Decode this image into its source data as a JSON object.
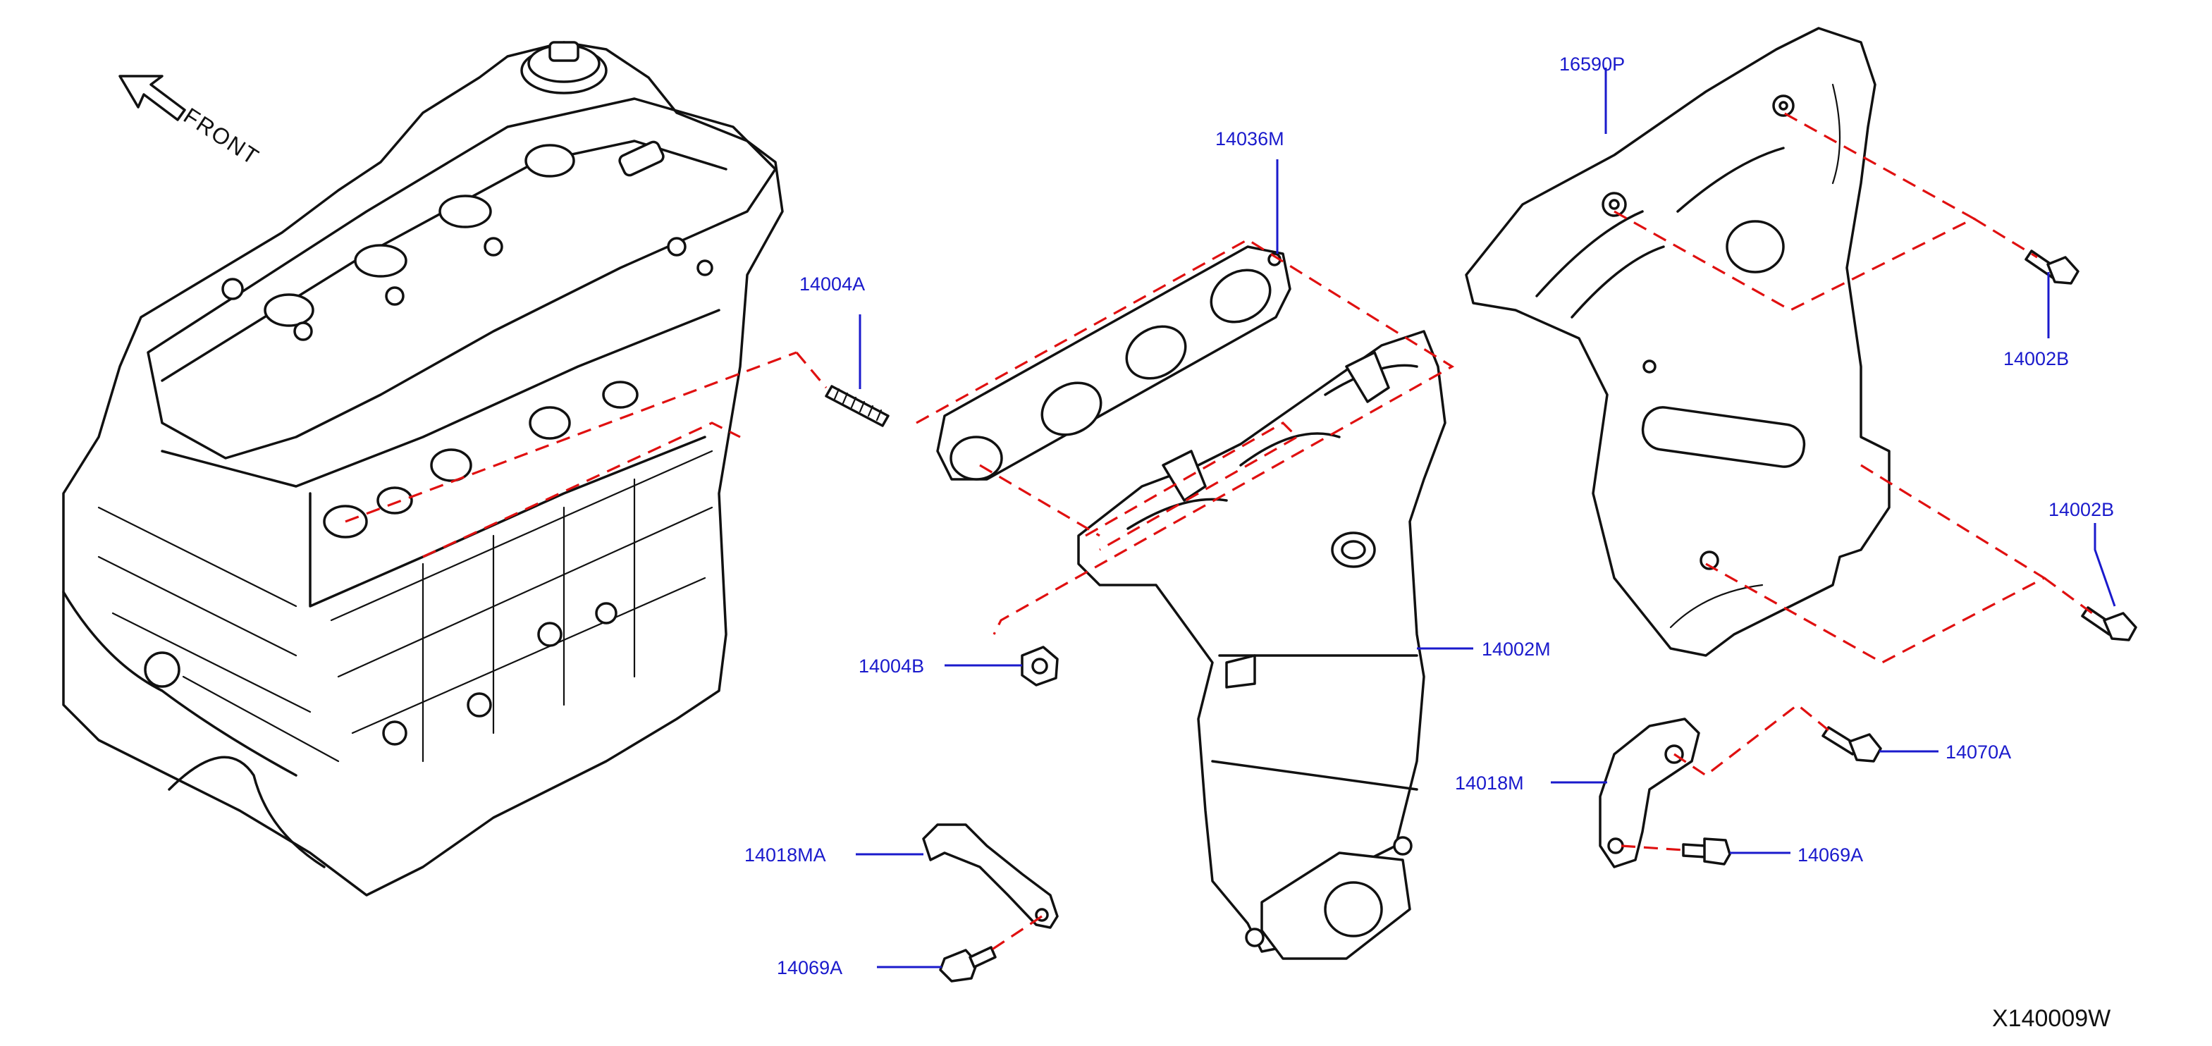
{
  "front_label": "FRONT",
  "diagram_code": "X140009W",
  "parts": [
    {
      "id": "16590P",
      "label": "16590P"
    },
    {
      "id": "14036M",
      "label": "14036M"
    },
    {
      "id": "14004A",
      "label": "14004A"
    },
    {
      "id": "14002B_upper",
      "label": "14002B"
    },
    {
      "id": "14002B_lower",
      "label": "14002B"
    },
    {
      "id": "14004B",
      "label": "14004B"
    },
    {
      "id": "14002M",
      "label": "14002M"
    },
    {
      "id": "14070A",
      "label": "14070A"
    },
    {
      "id": "14018M",
      "label": "14018M"
    },
    {
      "id": "14069A_right",
      "label": "14069A"
    },
    {
      "id": "14018MA",
      "label": "14018MA"
    },
    {
      "id": "14069A_left",
      "label": "14069A"
    }
  ],
  "colors": {
    "label": "#1a1acc",
    "dash": "#e01010",
    "ink": "#111111"
  }
}
